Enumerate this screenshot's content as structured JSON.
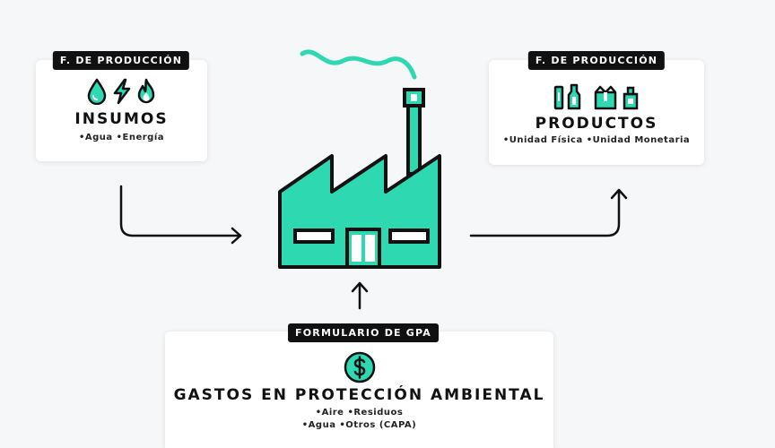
{
  "insumos": {
    "tag": "F. DE PRODUCCIÓN",
    "title": "INSUMOS",
    "items": "•Agua •Energía",
    "icons": [
      "water-drop-icon",
      "lightning-icon",
      "flame-icon"
    ]
  },
  "productos": {
    "tag": "F. DE PRODUCCIÓN",
    "title": "PRODUCTOS",
    "items": "•Unidad Física •Unidad Monetaria",
    "icons": [
      "bottle-icon",
      "box-icon",
      "package-icon"
    ]
  },
  "gpa": {
    "tag": "FORMULARIO DE GPA",
    "title": "GASTOS EN PROTECCIÓN AMBIENTAL",
    "items_line1": "•Aire •Residuos",
    "items_line2": "•Agua •Otros (CAPA)",
    "icon": "dollar-coin-icon"
  },
  "colors": {
    "accent": "#2ed8b0",
    "dark": "#111111",
    "background": "#f6f7f9",
    "card": "#ffffff"
  }
}
